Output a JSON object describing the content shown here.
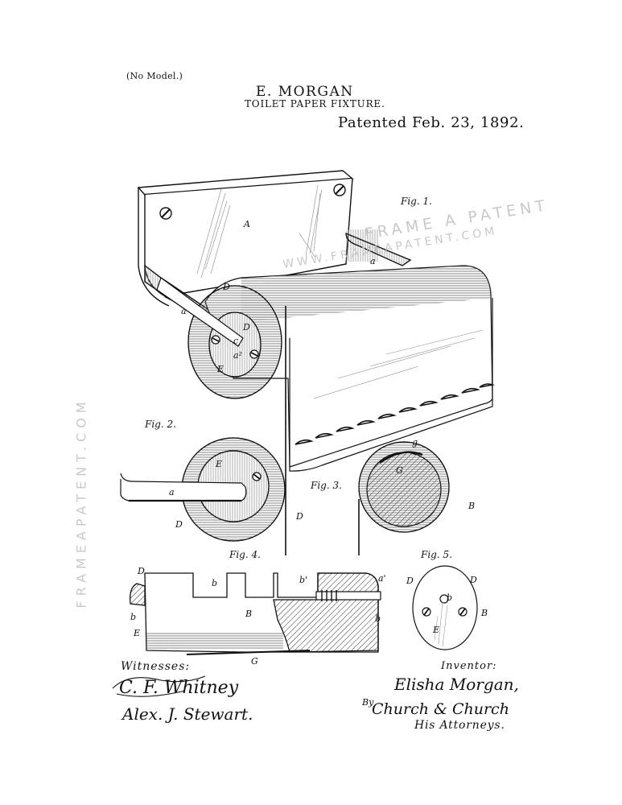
{
  "header": {
    "no_model": "(No Model.)",
    "inventor": "E. MORGAN",
    "title": "TOILET PAPER FIXTURE.",
    "patented": "Patented Feb. 23, 1892."
  },
  "figures": {
    "fig1": {
      "label": "Fig. 1.",
      "refs": [
        "A",
        "a",
        "a",
        "D",
        "D",
        "c",
        "a²",
        "E"
      ]
    },
    "fig2": {
      "label": "Fig. 2.",
      "refs": [
        "E",
        "a",
        "D",
        "D"
      ]
    },
    "fig3": {
      "label": "Fig. 3.",
      "refs": [
        "g",
        "G",
        "B"
      ]
    },
    "fig4": {
      "label": "Fig. 4.",
      "refs": [
        "D",
        "b",
        "b'",
        "a'",
        "B",
        "b",
        "E",
        "b",
        "G"
      ]
    },
    "fig5": {
      "label": "Fig. 5.",
      "refs": [
        "D",
        "D",
        "b",
        "B",
        "E"
      ]
    }
  },
  "refs": {
    "A": "A",
    "a": "a",
    "D": "D",
    "c": "c",
    "a2": "a²",
    "E": "E",
    "B": "B",
    "G": "G",
    "g": "g",
    "b": "b",
    "b1": "b'",
    "a1": "a'",
    "e": "e"
  },
  "watermark": {
    "line1": "FRAME A PATENT",
    "line2": "WWW.FRAMEAPATENT.COM",
    "vertical": "FRAMEAPATENT.COM"
  },
  "signatures": {
    "witnesses_label": "Witnesses:",
    "witness1": "C. F. Whitney",
    "witness2": "Alex. J. Stewart.",
    "inventor_label": "Inventor:",
    "inventor_sig": "Elisha Morgan,",
    "by": "By",
    "attorneys_sig": "Church & Church",
    "attorneys_label": "His Attorneys."
  },
  "colors": {
    "ink": "#111111",
    "paper": "#ffffff",
    "watermark": "#c4c4c4",
    "hatch": "#555555"
  }
}
